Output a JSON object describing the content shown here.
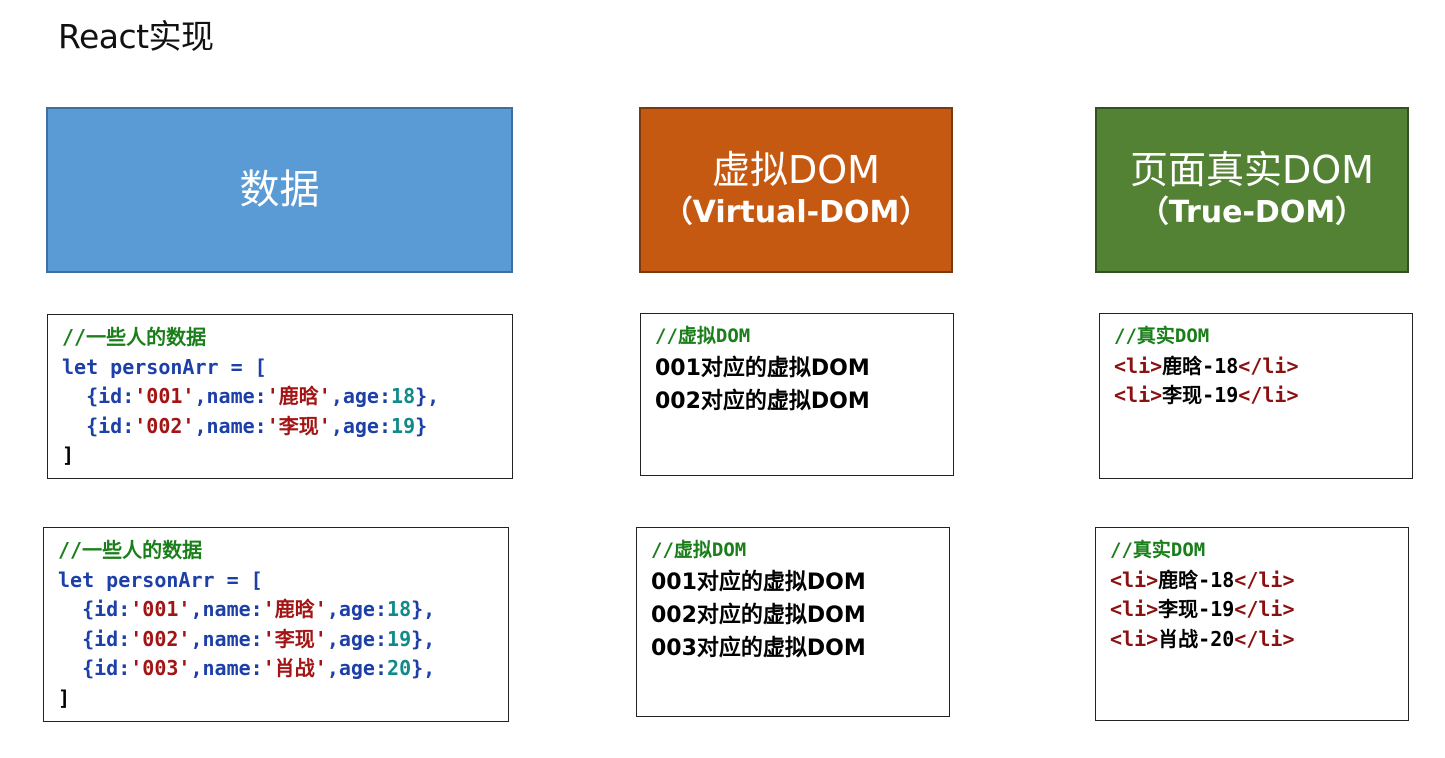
{
  "title": "React实现",
  "headers": {
    "data": {
      "line1": "数据"
    },
    "vdom": {
      "line1": "虚拟DOM",
      "line2": "（Virtual-DOM）"
    },
    "tdom": {
      "line1": "页面真实DOM",
      "line2": "（True-DOM）"
    }
  },
  "colors": {
    "data_header": "#5b9bd5",
    "vdom_header": "#c65911",
    "tdom_header": "#548235",
    "comment": "#1a7f1a",
    "keyword": "#1c3fa8",
    "string": "#a31515",
    "number": "#118a8a",
    "tag": "#8b1010"
  },
  "data_block_1": {
    "comment": "//一些人的数据",
    "let_kw": "let",
    "decl": " personArr = [",
    "rows": [
      {
        "open": "  {id:",
        "id": "'001'",
        "mid": ",name:",
        "name": "'鹿晗'",
        "age_label": ",age:",
        "age": "18",
        "close": "},"
      },
      {
        "open": "  {id:",
        "id": "'002'",
        "mid": ",name:",
        "name": "'李现'",
        "age_label": ",age:",
        "age": "19",
        "close": "}"
      }
    ],
    "end": "]"
  },
  "data_block_2": {
    "comment": "//一些人的数据",
    "let_kw": "let",
    "decl": " personArr = [",
    "rows": [
      {
        "open": "  {id:",
        "id": "'001'",
        "mid": ",name:",
        "name": "'鹿晗'",
        "age_label": ",age:",
        "age": "18",
        "close": "},"
      },
      {
        "open": "  {id:",
        "id": "'002'",
        "mid": ",name:",
        "name": "'李现'",
        "age_label": ",age:",
        "age": "19",
        "close": "},"
      },
      {
        "open": "  {id:",
        "id": "'003'",
        "mid": ",name:",
        "name": "'肖战'",
        "age_label": ",age:",
        "age": "20",
        "close": "},"
      }
    ],
    "end": "]"
  },
  "vdom_block_1": {
    "comment": "//虚拟DOM",
    "lines": [
      "001对应的虚拟DOM",
      "002对应的虚拟DOM"
    ]
  },
  "vdom_block_2": {
    "comment": "//虚拟DOM",
    "lines": [
      "001对应的虚拟DOM",
      "002对应的虚拟DOM",
      "003对应的虚拟DOM"
    ]
  },
  "tdom_block_1": {
    "comment": "//真实DOM",
    "items": [
      {
        "open": "<li>",
        "text": "鹿晗-18",
        "close": "</li>"
      },
      {
        "open": "<li>",
        "text": "李现-19",
        "close": "</li>"
      }
    ]
  },
  "tdom_block_2": {
    "comment": "//真实DOM",
    "items": [
      {
        "open": "<li>",
        "text": "鹿晗-18",
        "close": "</li>"
      },
      {
        "open": "<li>",
        "text": "李现-19",
        "close": "</li>"
      },
      {
        "open": "<li>",
        "text": "肖战-20",
        "close": "</li>"
      }
    ]
  }
}
